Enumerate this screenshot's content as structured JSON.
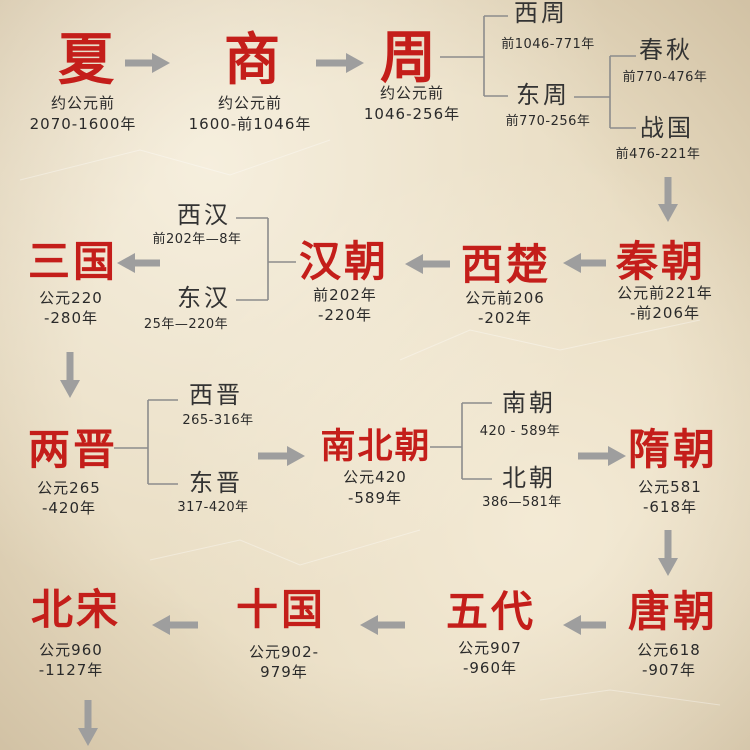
{
  "colors": {
    "background": "#e8dcc2",
    "dynasty_title": "#c41e1a",
    "subdivision_title": "#333333",
    "period_text": "#2a2a2a",
    "arrow": "#9e9e9e",
    "connector": "#8c8c8c"
  },
  "dynasties": {
    "xia": {
      "name": "夏",
      "period": [
        "约公元前",
        "2070-1600年"
      ]
    },
    "shang": {
      "name": "商",
      "period": [
        "约公元前",
        "1600-前1046年"
      ]
    },
    "zhou": {
      "name": "周",
      "period": [
        "约公元前",
        "1046-256年"
      ]
    },
    "qin": {
      "name": "秦朝",
      "period": [
        "公元前221年",
        "-前206年"
      ]
    },
    "xichu": {
      "name": "西楚",
      "period": [
        "公元前206",
        "-202年"
      ]
    },
    "han": {
      "name": "汉朝",
      "period": [
        "前202年",
        "-220年"
      ]
    },
    "sanguo": {
      "name": "三国",
      "period": [
        "公元220",
        "-280年"
      ]
    },
    "liangjin": {
      "name": "两晋",
      "period": [
        "公元265",
        "-420年"
      ]
    },
    "nanbeichao": {
      "name": "南北朝",
      "period": [
        "公元420",
        "-589年"
      ]
    },
    "sui": {
      "name": "隋朝",
      "period": [
        "公元581",
        "-618年"
      ]
    },
    "tang": {
      "name": "唐朝",
      "period": [
        "公元618",
        "-907年"
      ]
    },
    "wudai": {
      "name": "五代",
      "period": [
        "公元907",
        "-960年"
      ]
    },
    "shiguo": {
      "name": "十国",
      "period": [
        "公元902-",
        "979年"
      ]
    },
    "beisong": {
      "name": "北宋",
      "period": [
        "公元960",
        "-1127年"
      ]
    }
  },
  "subdivisions": {
    "xizhou": {
      "name": "西周",
      "period": "前1046-771年"
    },
    "dongzhou": {
      "name": "东周",
      "period": "前770-256年"
    },
    "chunqiu": {
      "name": "春秋",
      "period": "前770-476年"
    },
    "zhanguo": {
      "name": "战国",
      "period": "前476-221年"
    },
    "xihan": {
      "name": "西汉",
      "period": "前202年—8年"
    },
    "donghan": {
      "name": "东汉",
      "period": "25年—220年"
    },
    "xijin": {
      "name": "西晋",
      "period": "265-316年"
    },
    "dongjin": {
      "name": "东晋",
      "period": "317-420年"
    },
    "nanchao": {
      "name": "南朝",
      "period": "420 - 589年"
    },
    "beichao": {
      "name": "北朝",
      "period": "386—581年"
    }
  }
}
